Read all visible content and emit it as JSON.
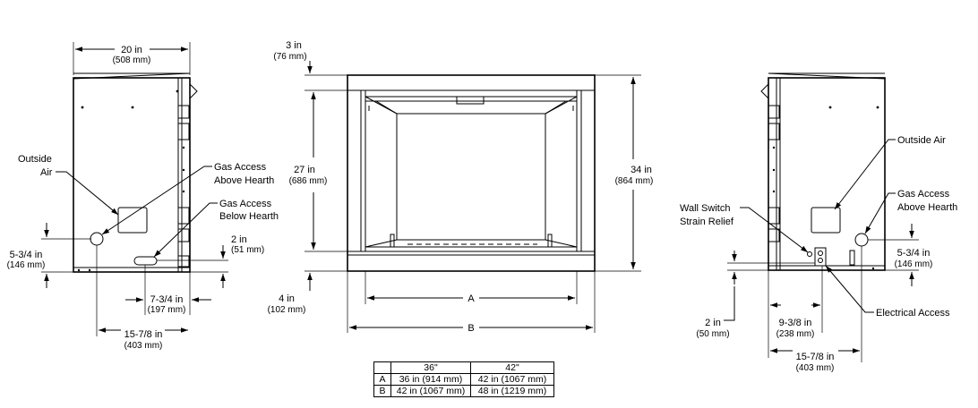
{
  "left_view": {
    "width_in": "20 in",
    "width_mm": "(508 mm)",
    "outside_air_1": "Outside",
    "outside_air_2": "Air",
    "gas_above_1": "Gas Access",
    "gas_above_2": "Above Hearth",
    "gas_below_1": "Gas Access",
    "gas_below_2": "Below Hearth",
    "gas_height_in": "5-3/4 in",
    "gas_height_mm": "(146 mm)",
    "below_height_in": "2 in",
    "below_height_mm": "(51 mm)",
    "below_offset_in": "7-3/4 in",
    "below_offset_mm": "(197 mm)",
    "gas_offset_in": "15-7/8 in",
    "gas_offset_mm": "(403 mm)"
  },
  "front_view": {
    "top_in": "3 in",
    "top_mm": "(76 mm)",
    "opening_h_in": "27 in",
    "opening_h_mm": "(686 mm)",
    "total_h_in": "34 in",
    "total_h_mm": "(864 mm)",
    "base_in": "4 in",
    "base_mm": "(102 mm)",
    "label_a": "A",
    "label_b": "B"
  },
  "right_view": {
    "outside_air": "Outside Air",
    "gas_above_1": "Gas Access",
    "gas_above_2": "Above Hearth",
    "wall_switch_1": "Wall Switch",
    "wall_switch_2": "Strain Relief",
    "gas_height_in": "5-3/4 in",
    "gas_height_mm": "(146 mm)",
    "elec_height_in": "2 in",
    "elec_height_mm": "(50 mm)",
    "elec_offset_in": "9-3/8 in",
    "elec_offset_mm": "(238 mm)",
    "electrical_access": "Electrical Access",
    "gas_offset_in": "15-7/8 in",
    "gas_offset_mm": "(403 mm)"
  },
  "size_table": {
    "headers": [
      "",
      "36\"",
      "42\""
    ],
    "rows": [
      [
        "A",
        "36 in (914 mm)",
        "42 in (1067 mm)"
      ],
      [
        "B",
        "42 in (1067 mm)",
        "48 in (1219 mm)"
      ]
    ]
  }
}
